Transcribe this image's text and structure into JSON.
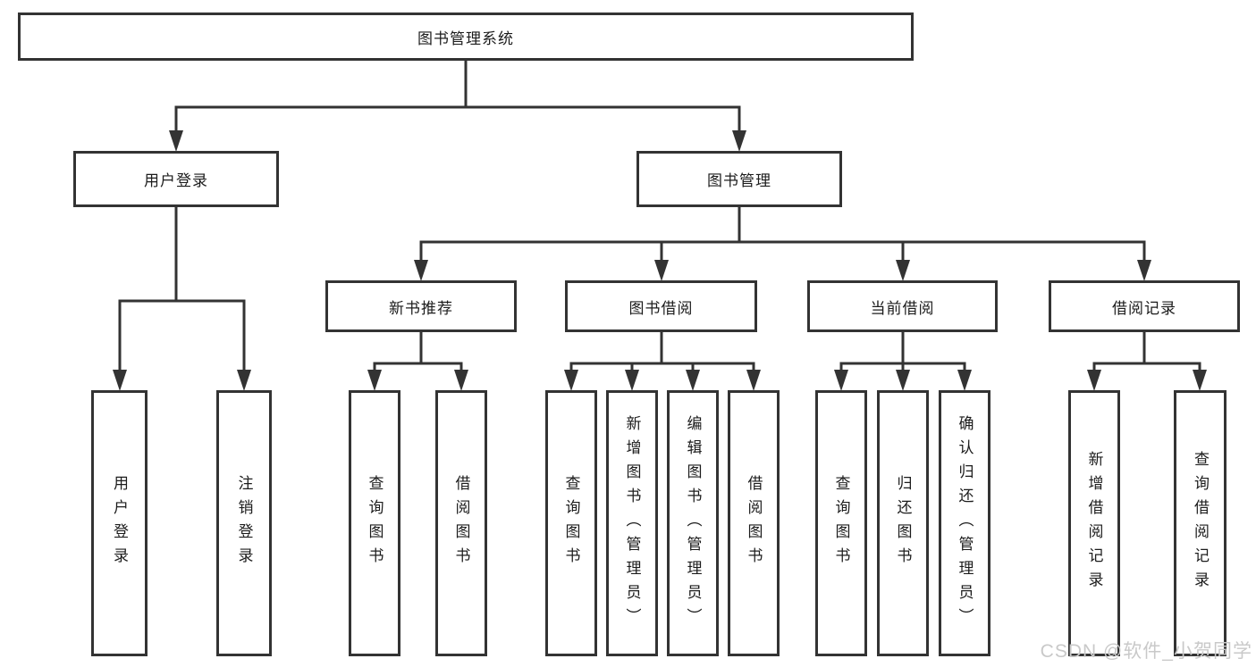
{
  "diagram": {
    "title": "图书管理系统",
    "level2": {
      "user_login": "用户登录",
      "book_mgmt": "图书管理"
    },
    "level3": {
      "new_rec": "新书推荐",
      "borrow": "图书借阅",
      "current": "当前借阅",
      "record": "借阅记录"
    },
    "leaves": {
      "login": "用户登录",
      "logout": "注销登录",
      "rec_query": "查询图书",
      "rec_borrow": "借阅图书",
      "bor_query": "查询图书",
      "bor_add": "新增图书（管理员）",
      "bor_edit": "编辑图书（管理员）",
      "bor_borrow": "借阅图书",
      "cur_query": "查询图书",
      "cur_return": "归还图书",
      "cur_confirm": "确认归还（管理员）",
      "record_add": "新增借阅记录",
      "record_query": "查询借阅记录"
    }
  },
  "watermark": {
    "text": "CSDN @软件_小贺同学"
  },
  "colors": {
    "line": "#333333",
    "text": "#1c1c1c",
    "watermark": "#c9c9c9",
    "background": "#ffffff"
  }
}
